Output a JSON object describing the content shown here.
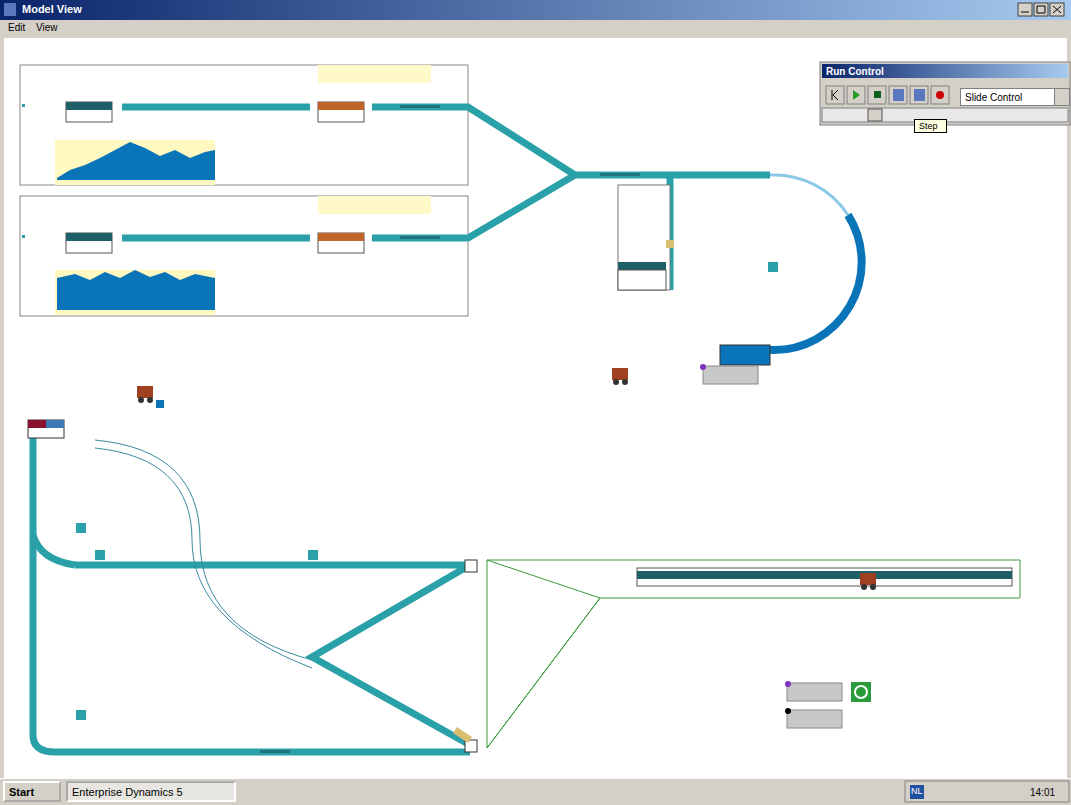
{
  "diagram": {
    "title": "Model View",
    "nodes": [
      {
        "text": [
          "Run Control"
        ]
      },
      {
        "text": [
          "Slide Control"
        ],
        "in": 0
      },
      {
        "text": [
          "Step"
        ],
        "in": 0
      },
      {
        "text": [
          "Start"
        ]
      },
      {
        "text": [
          "Enterprise Dynamics 5"
        ]
      }
    ],
    "labels": [
      "Edit",
      "View",
      "NL",
      "14:01"
    ]
  }
}
